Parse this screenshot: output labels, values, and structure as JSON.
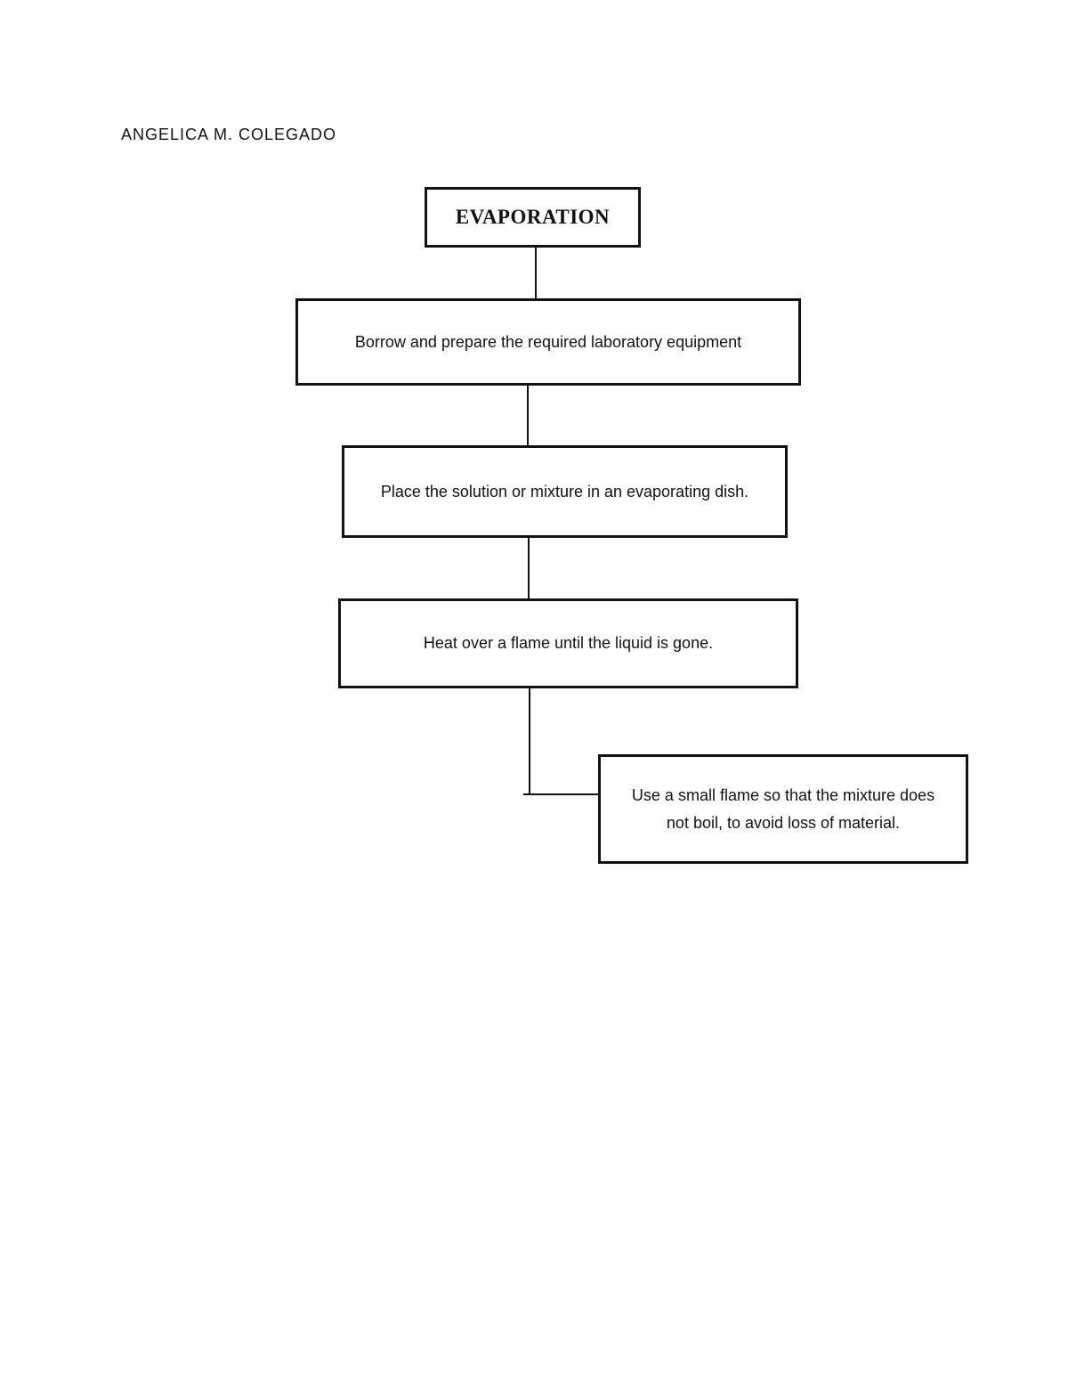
{
  "document": {
    "author": "ANGELICA M. COLEGADO"
  },
  "flowchart": {
    "title": "EVAPORATION",
    "steps": [
      {
        "label": "Borrow and prepare the required laboratory equipment"
      },
      {
        "label": "Place the solution or mixture in an evaporating dish."
      },
      {
        "label": "Heat over a flame until the liquid is gone."
      },
      {
        "label": "Use a small flame so that the mixture does not boil, to avoid loss of material."
      }
    ]
  },
  "colors": {
    "line": "#121212",
    "text": "#121212",
    "background": "#ffffff"
  }
}
